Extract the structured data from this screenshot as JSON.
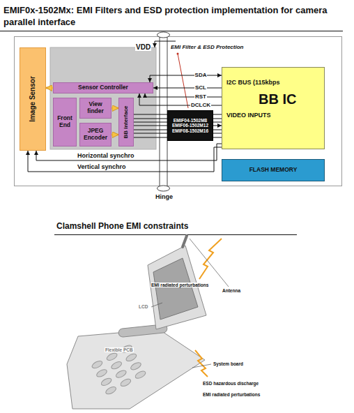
{
  "diagram": {
    "title": "EMIF0x-1502Mx: EMI Filters and ESD protection implementation for camera parallel interface",
    "nodes": [
      {
        "text": [
          "Image Sensor"
        ]
      },
      {
        "text": [
          "Sensor Controller"
        ]
      },
      {
        "text": [
          "Front End"
        ]
      },
      {
        "text": [
          "View finder"
        ]
      },
      {
        "text": [
          "JPEG Encoder"
        ]
      },
      {
        "text": [
          "BB interface"
        ]
      },
      {
        "text": [
          "EMIF04-1502M8",
          "EMIF06-1502M12",
          "EMIF08-1502M16"
        ]
      },
      {
        "text": [
          "I2C BUS (115kbps",
          "BB IC",
          "VIDEO INPUTS"
        ]
      },
      {
        "text": [
          "FLASH MEMORY"
        ]
      }
    ],
    "edges": [
      {
        "from": 1,
        "to": 0,
        "arrow": "to"
      },
      {
        "from": 3,
        "to": 5,
        "arrow": "to"
      },
      {
        "from": 4,
        "to": 5,
        "arrow": "to"
      },
      {
        "from": 7,
        "to": 1,
        "label": "SDA",
        "arrow": "both"
      },
      {
        "from": 7,
        "to": 1,
        "label": "SCL",
        "arrow": "to"
      },
      {
        "from": 7,
        "to": 1,
        "label": "RST",
        "arrow": "to"
      },
      {
        "from": 7,
        "to": 1,
        "label": "DCLCK",
        "arrow": "to"
      },
      {
        "from": 5,
        "to": 6,
        "arrow": "none"
      },
      {
        "from": 6,
        "to": 7,
        "arrow": "to"
      },
      {
        "from": 7,
        "to": 0,
        "label": "Horizontal synchro",
        "arrow": "to"
      },
      {
        "from": 7,
        "to": 0,
        "label": "Vertical synchro",
        "arrow": "to"
      }
    ],
    "labels": [
      "VDD",
      "EMI Filter & ESD Protection",
      "Hinge",
      "Clamshell Phone EMI constraints",
      "EMI radiated perturbations",
      "Antenna",
      "LCD",
      "Flexible PCB",
      "System board",
      "ESD hazardous discharge",
      "EMI radiated perturbations"
    ]
  }
}
